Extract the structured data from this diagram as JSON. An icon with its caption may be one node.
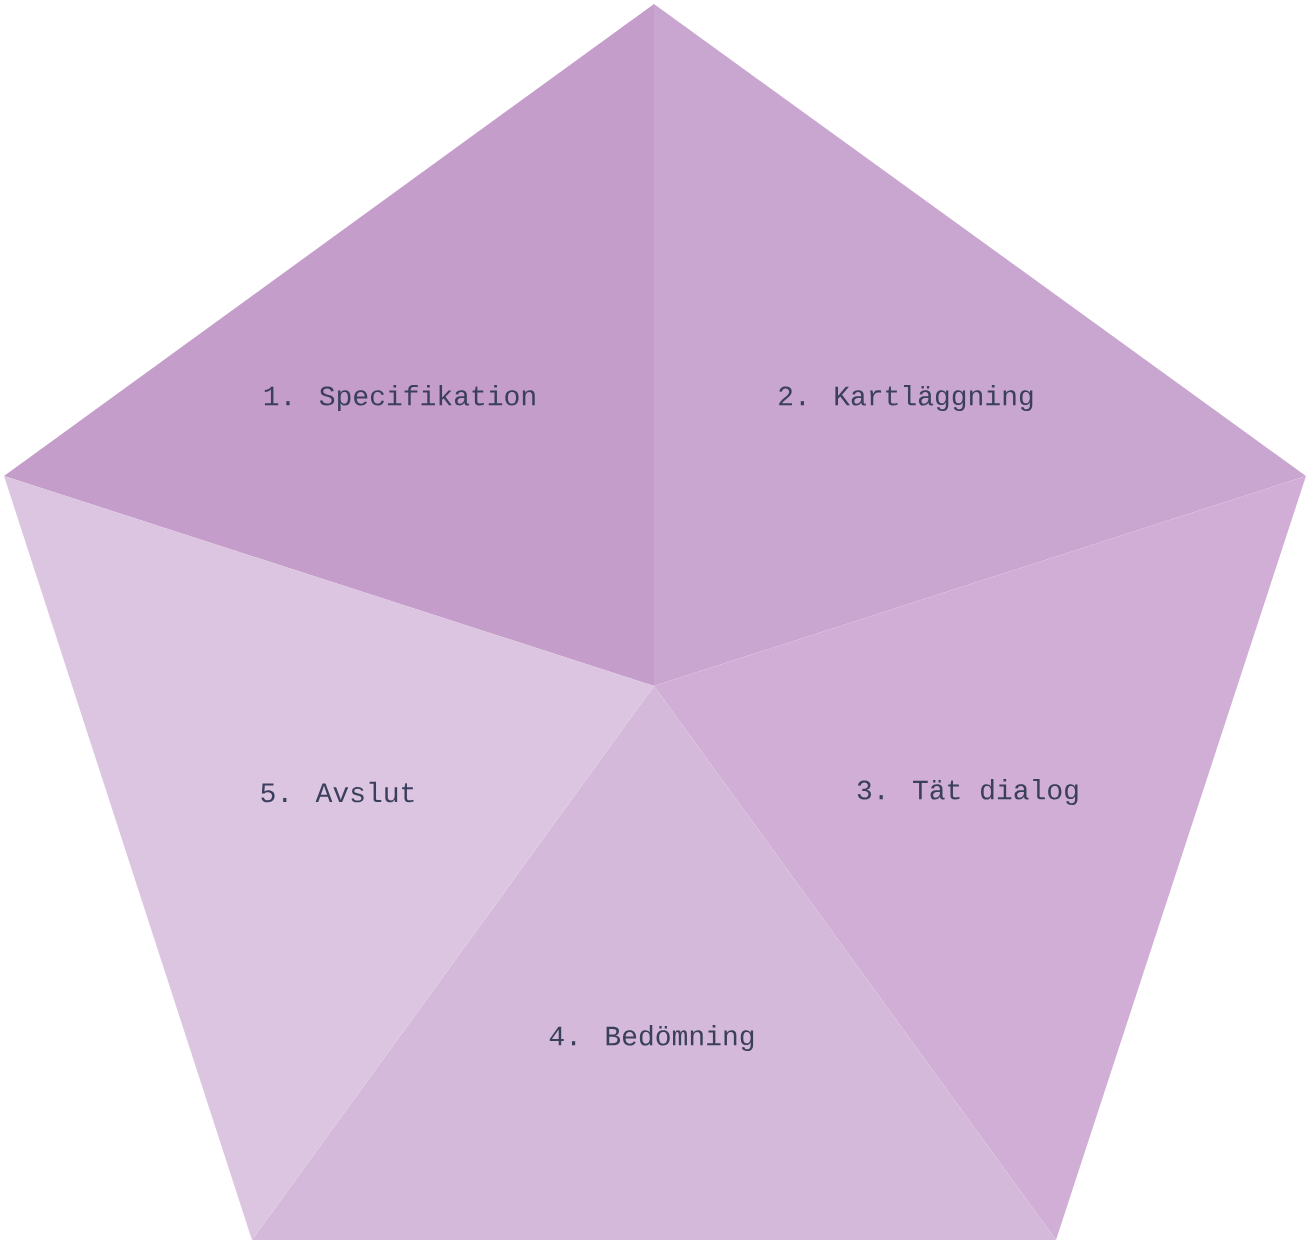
{
  "diagram": {
    "nodes": [
      {
        "text": [
          "1. Specifikation"
        ]
      },
      {
        "text": [
          "2. Kartläggning"
        ]
      },
      {
        "text": [
          "3. Tät dialog"
        ]
      },
      {
        "text": [
          "4. Bedömning"
        ]
      },
      {
        "text": [
          "5. Avslut"
        ]
      }
    ]
  }
}
